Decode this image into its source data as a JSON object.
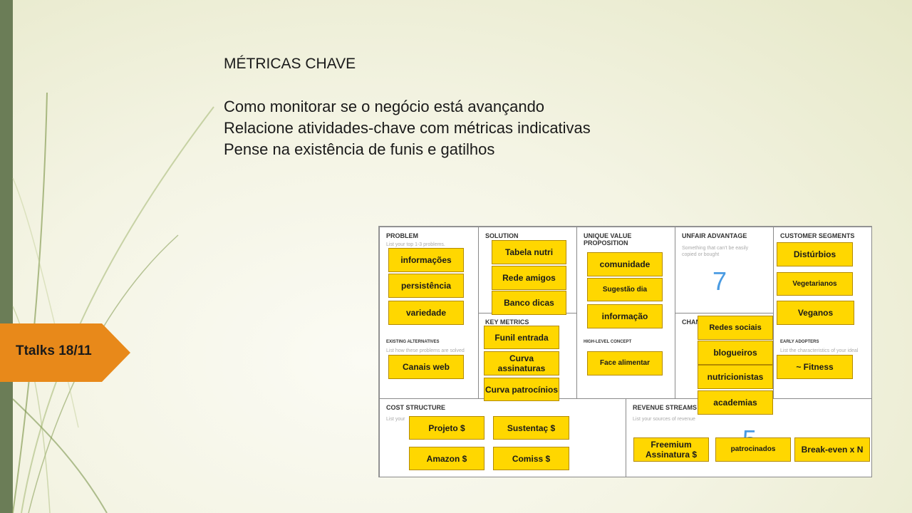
{
  "slide": {
    "title": "MÉTRICAS CHAVE",
    "bullets": [
      "Como monitorar se o negócio está avançando",
      "Relacione atividades-chave com métricas indicativas",
      "Pense na existência de funis e gatilhos"
    ],
    "tag": "Ttalks 18/11"
  },
  "canvas": {
    "headers": {
      "problem": "PROBLEM",
      "solution": "SOLUTION",
      "uvp": "UNIQUE VALUE PROPOSITION",
      "unfair": "UNFAIR ADVANTAGE",
      "segments": "CUSTOMER SEGMENTS",
      "key_metrics": "KEY METRICS",
      "channels": "CHAN",
      "cost": "COST STRUCTURE",
      "revenue": "REVENUE STREAMS",
      "existing": "EXISTING ALTERNATIVES",
      "high_level": "HIGH-LEVEL CONCEPT",
      "early": "EARLY ADOPTERS"
    },
    "hints": {
      "problem": "List your top 1-3 problems.",
      "existing": "List how these problems are solved",
      "unfair": "Something that can't be easily copied or bought",
      "early": "List the characteristics of your ideal",
      "cost": "List your",
      "revenue": "List your sources of revenue"
    },
    "numbers": {
      "unfair": "7",
      "revenue": "5"
    },
    "stickies": {
      "informacoes": "informações",
      "persistencia": "persistência",
      "variedade": "variedade",
      "canais_web": "Canais web",
      "tabela_nutri": "Tabela nutri",
      "rede_amigos": "Rede amigos",
      "banco_dicas": "Banco dicas",
      "funil_entrada": "Funil entrada",
      "curva_assinaturas": "Curva assinaturas",
      "curva_patrocinios": "Curva patrocínios",
      "comunidade": "comunidade",
      "sugestao_dia": "Sugestão dia",
      "informacao": "informação",
      "face_alimentar": "Face alimentar",
      "redes_sociais": "Redes sociais",
      "blogueiros": "blogueiros",
      "nutricionistas": "nutricionistas",
      "academias": "academias",
      "disturbios": "Distúrbios",
      "vegetarianos": "Vegetarianos",
      "veganos": "Veganos",
      "fitness": "~ Fitness",
      "projeto": "Projeto $",
      "sustentac": "Sustentaç $",
      "amazon": "Amazon $",
      "comiss": "Comiss $",
      "freemium": "Freemium Assinatura $",
      "patrocinados": "patrocinados",
      "break_even": "Break-even x N"
    }
  },
  "colors": {
    "sticky": "#ffd700",
    "tag": "#e8891a",
    "bar": "#6b7d57"
  }
}
